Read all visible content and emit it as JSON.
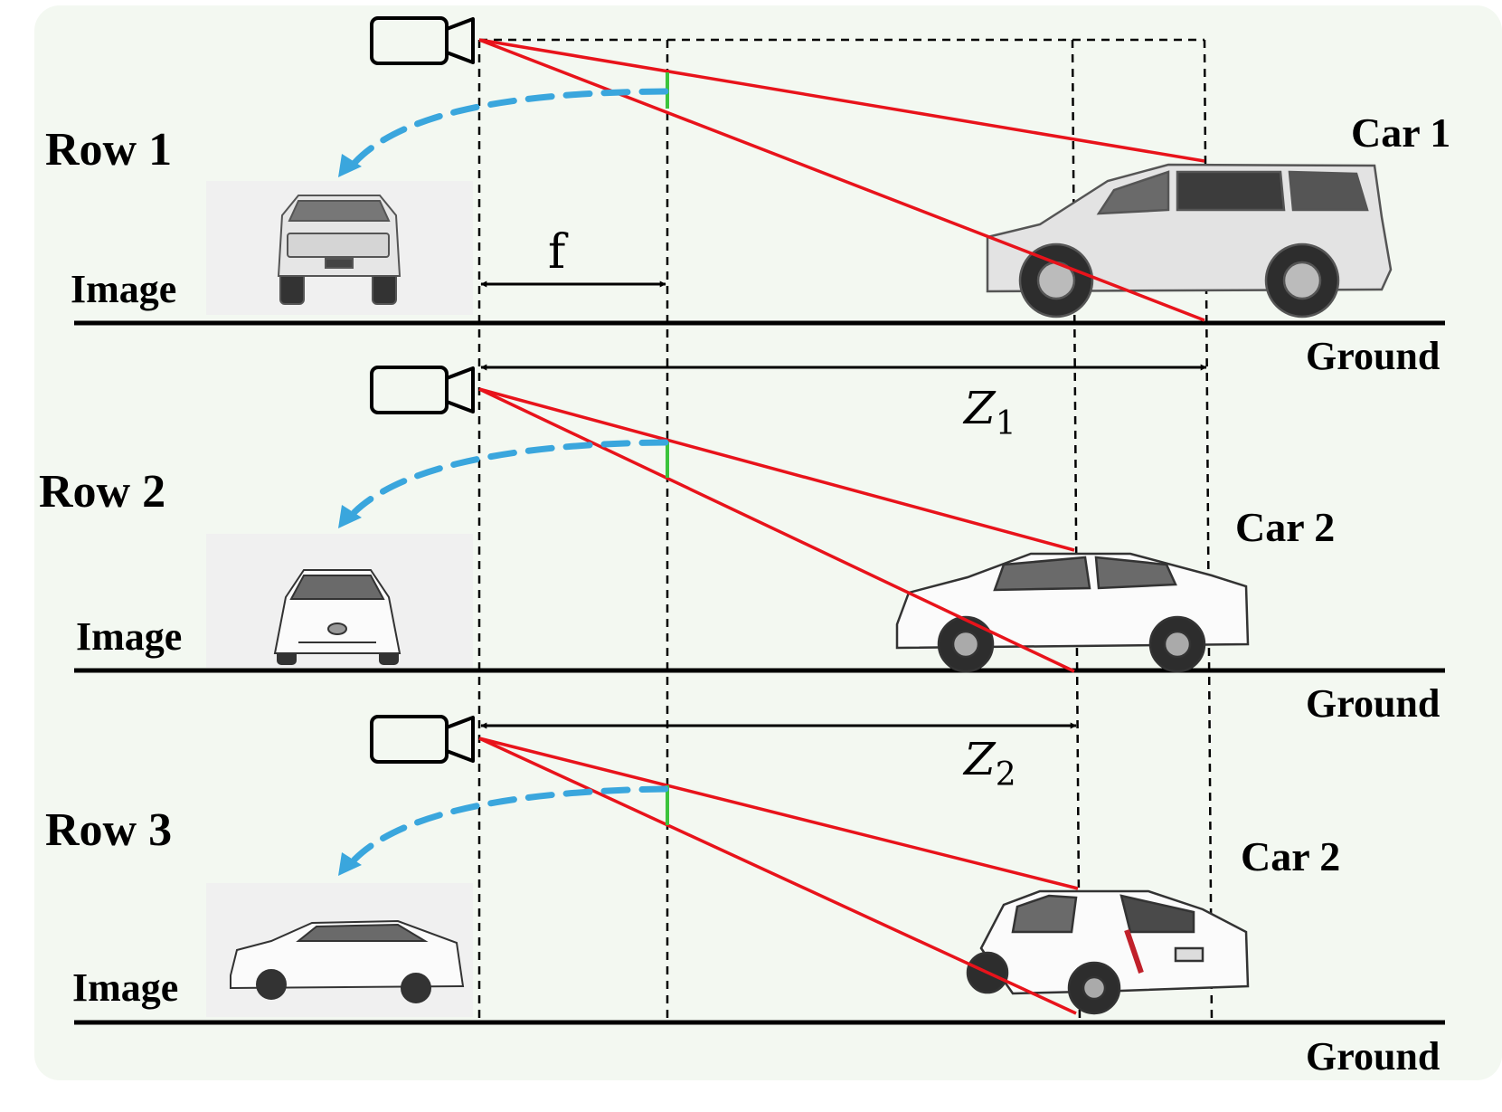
{
  "colors": {
    "background": "#f3f8f1",
    "ray": "#e8131b",
    "image_plane_segment": "#3cc43c",
    "projection_arrow": "#3aa6dd",
    "ground": "#000000",
    "thumbnail_bg": "#f0f0f0"
  },
  "rows": [
    {
      "label": "Row 1",
      "image_label": "Image",
      "car_label": "Car 1",
      "ground_label": "Ground",
      "thumbnail": "suv-front-view",
      "car_icon": "suv-side-view"
    },
    {
      "label": "Row 2",
      "image_label": "Image",
      "car_label": "Car 2",
      "ground_label": "Ground",
      "thumbnail": "sedan-front-view",
      "car_icon": "sedan-side-view"
    },
    {
      "label": "Row 3",
      "image_label": "Image",
      "car_label": "Car 2",
      "ground_label": "Ground",
      "thumbnail": "sedan-side-view",
      "car_icon": "sedan-rear-three-quarter-view"
    }
  ],
  "focal_label": "f",
  "distances": [
    {
      "symbol": "Z",
      "subscript": "1"
    },
    {
      "symbol": "Z",
      "subscript": "2"
    }
  ]
}
